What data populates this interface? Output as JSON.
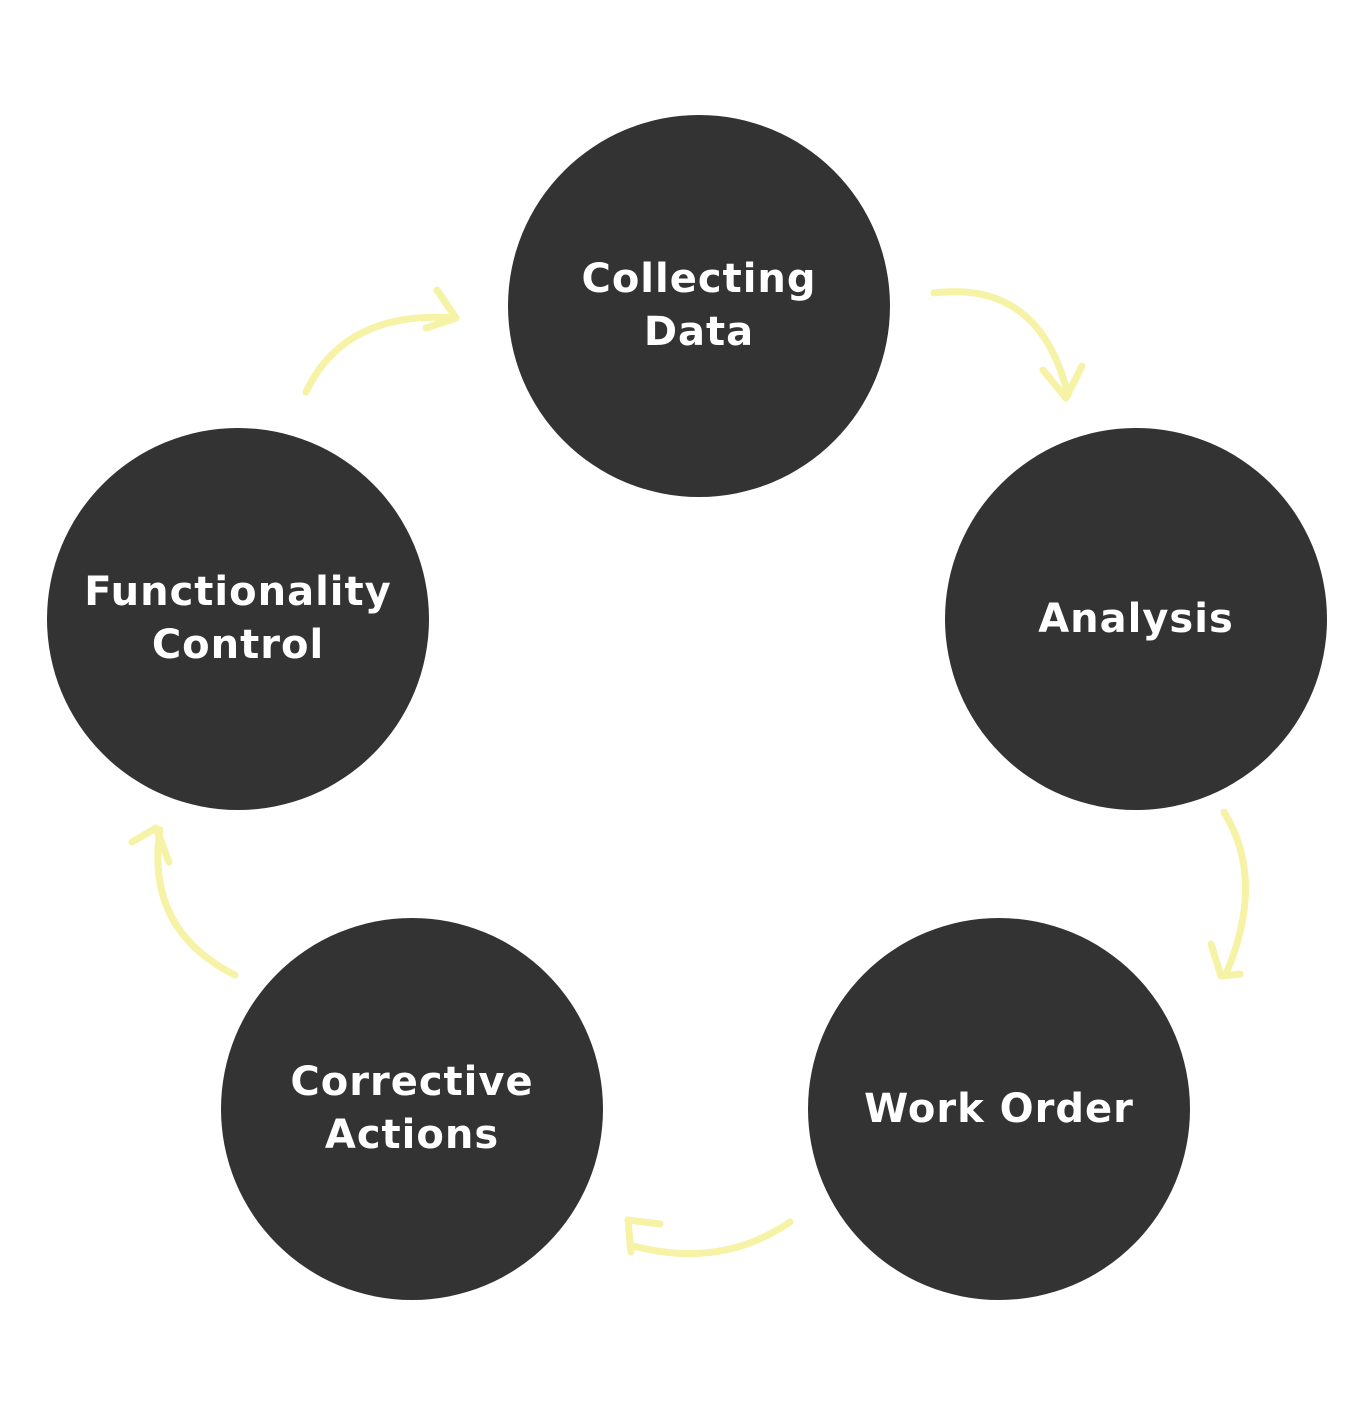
{
  "diagram": {
    "type": "cycle",
    "colors": {
      "background": "#ffffff",
      "node_fill": "#333333",
      "node_text": "#ffffff",
      "arrow": "#f6f2a6"
    },
    "nodes": [
      {
        "id": "collecting-data",
        "label": "Collecting\nData"
      },
      {
        "id": "analysis",
        "label": "Analysis"
      },
      {
        "id": "work-order",
        "label": "Work Order"
      },
      {
        "id": "corrective-actions",
        "label": "Corrective\nActions"
      },
      {
        "id": "functionality-control",
        "label": "Functionality\nControl"
      }
    ],
    "edges": [
      {
        "from": "collecting-data",
        "to": "analysis"
      },
      {
        "from": "analysis",
        "to": "work-order"
      },
      {
        "from": "work-order",
        "to": "corrective-actions"
      },
      {
        "from": "corrective-actions",
        "to": "functionality-control"
      },
      {
        "from": "functionality-control",
        "to": "collecting-data"
      }
    ]
  }
}
